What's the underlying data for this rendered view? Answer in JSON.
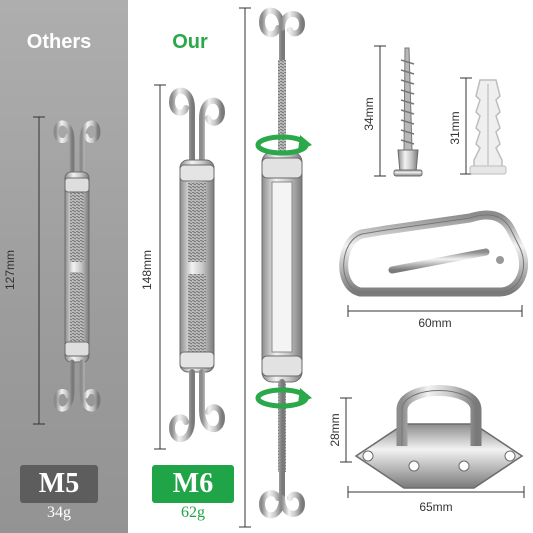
{
  "columns": {
    "others_title": "Others",
    "our_title": "Our"
  },
  "badges": {
    "m5_label": "M5",
    "m5_weight": "34g",
    "m6_label": "M6",
    "m6_weight": "62g"
  },
  "dimensions": {
    "others_turnbuckle": "127mm",
    "our_turnbuckle": "148mm",
    "screw": "34mm",
    "anchor": "31mm",
    "snap_hook": "60mm",
    "pad_eye_height": "28mm",
    "pad_eye_width": "65mm"
  },
  "colors": {
    "brand_green": "#2aa84a",
    "badge_grey": "#5d5d5d",
    "panel_grey": "#a3a3a3",
    "steel": "#c8c8c8"
  }
}
